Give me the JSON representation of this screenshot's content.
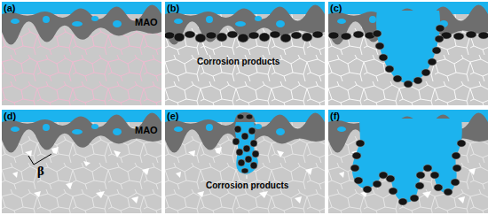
{
  "diagram": {
    "labels": [
      "(a)",
      "(b)",
      "(c)",
      "(d)",
      "(e)",
      "(f)",
      "MAO",
      "MAO",
      "Corrosion products",
      "Corrosion products",
      "β"
    ]
  }
}
